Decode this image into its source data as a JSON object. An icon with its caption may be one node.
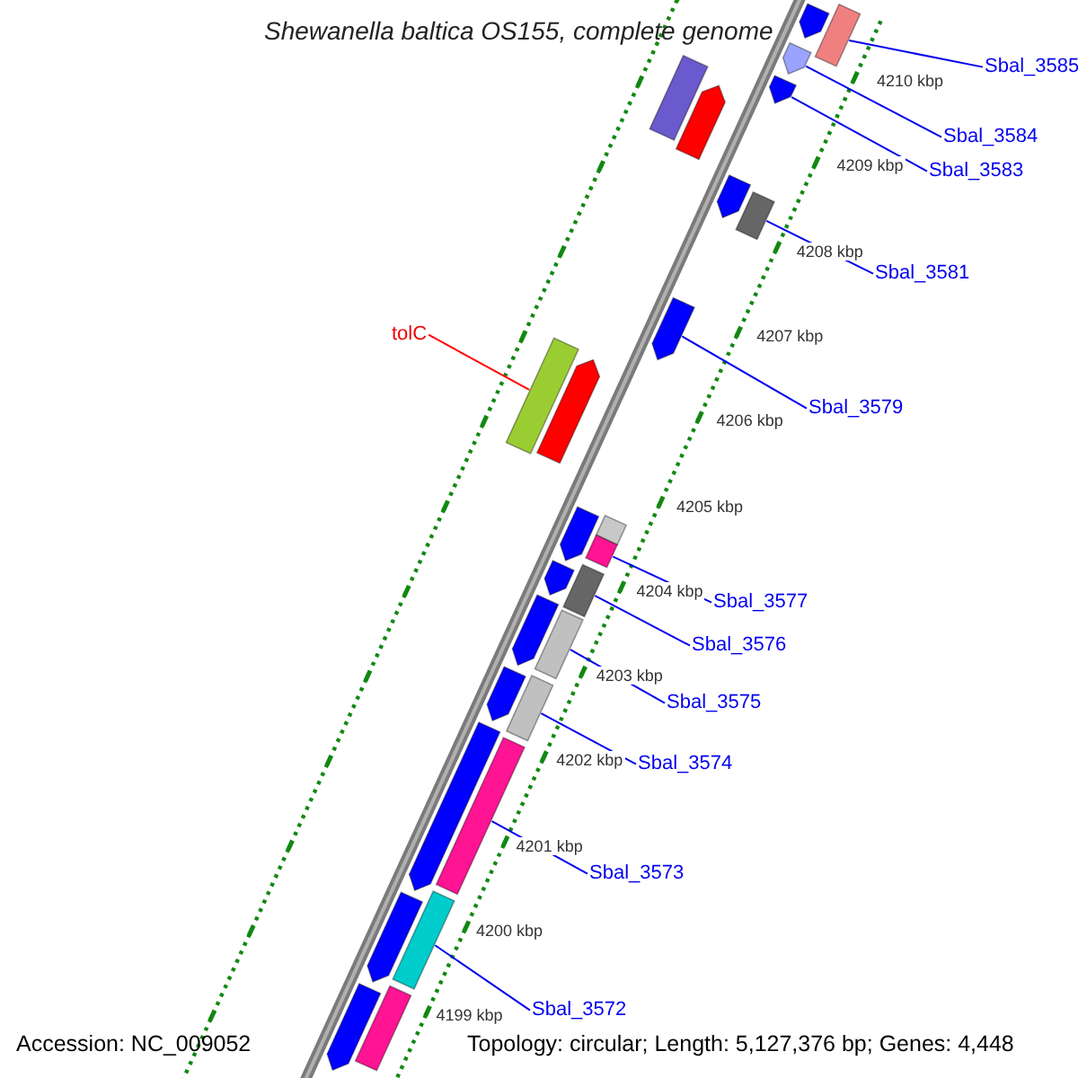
{
  "diagram": {
    "title": "Shewanella baltica OS155, complete genome",
    "nodes": [
      {
        "text": [
          "Sbal_3585"
        ]
      },
      {
        "text": [
          "Sbal_3584"
        ]
      },
      {
        "text": [
          "Sbal_3583"
        ]
      },
      {
        "text": [
          "Sbal_3581"
        ]
      },
      {
        "text": [
          "tolC"
        ]
      },
      {
        "text": [
          "Sbal_3579"
        ]
      },
      {
        "text": [
          "Sbal_3577"
        ]
      },
      {
        "text": [
          "Sbal_3576"
        ]
      },
      {
        "text": [
          "Sbal_3575"
        ]
      },
      {
        "text": [
          "Sbal_3574"
        ]
      },
      {
        "text": [
          "Sbal_3573"
        ]
      },
      {
        "text": [
          "Sbal_3572"
        ]
      },
      {
        "text": [],
        "shape": "arrow"
      },
      {
        "text": [],
        "shape": "box"
      },
      {
        "text": [],
        "shape": "arrow"
      },
      {
        "text": [],
        "shape": "arrow"
      },
      {
        "text": [],
        "shape": "box"
      },
      {
        "text": [],
        "shape": "arrow"
      },
      {
        "text": [],
        "shape": "arrow"
      },
      {
        "text": [],
        "shape": "box"
      },
      {
        "text": [],
        "shape": "arrow"
      },
      {
        "text": [],
        "shape": "box"
      },
      {
        "text": [],
        "shape": "arrow"
      },
      {
        "text": [],
        "shape": "box"
      },
      {
        "text": [],
        "shape": "arrow"
      },
      {
        "text": [],
        "shape": "box"
      },
      {
        "text": [],
        "shape": "arrow"
      },
      {
        "text": [],
        "shape": "box"
      },
      {
        "text": [],
        "shape": "arrow"
      },
      {
        "text": [],
        "shape": "box"
      },
      {
        "text": [],
        "shape": "arrow"
      },
      {
        "text": [],
        "shape": "box"
      },
      {
        "text": [],
        "shape": "arrow"
      },
      {
        "text": [],
        "shape": "box"
      },
      {
        "text": [],
        "shape": "arrow"
      },
      {
        "text": [],
        "shape": "box"
      },
      {
        "text": [],
        "shape": "box"
      },
      {
        "text": [],
        "shape": "arrow"
      }
    ],
    "edges": [
      {
        "from": 0,
        "to": 13,
        "arrow": "none"
      },
      {
        "from": 1,
        "to": 14,
        "arrow": "none"
      },
      {
        "from": 2,
        "to": 15,
        "arrow": "none"
      },
      {
        "from": 3,
        "to": 19,
        "arrow": "none"
      },
      {
        "from": 4,
        "to": 21,
        "arrow": "none",
        "color": "#ff0000"
      },
      {
        "from": 5,
        "to": 20,
        "arrow": "none"
      },
      {
        "from": 6,
        "to": 25,
        "arrow": "none"
      },
      {
        "from": 7,
        "to": 27,
        "arrow": "none"
      },
      {
        "from": 8,
        "to": 29,
        "arrow": "none"
      },
      {
        "from": 9,
        "to": 31,
        "arrow": "none"
      },
      {
        "from": 10,
        "to": 33,
        "arrow": "none"
      },
      {
        "from": 11,
        "to": 35,
        "arrow": "none"
      }
    ],
    "labels": [
      "4210 kbp",
      "4209 kbp",
      "4208 kbp",
      "4207 kbp",
      "4206 kbp",
      "4205 kbp",
      "4204 kbp",
      "4203 kbp",
      "4202 kbp",
      "4201 kbp",
      "4200 kbp",
      "4199 kbp",
      "Accession: NC_009052",
      "Topology: circular; Length: 5,127,376 bp; Genes: 4,448"
    ]
  }
}
